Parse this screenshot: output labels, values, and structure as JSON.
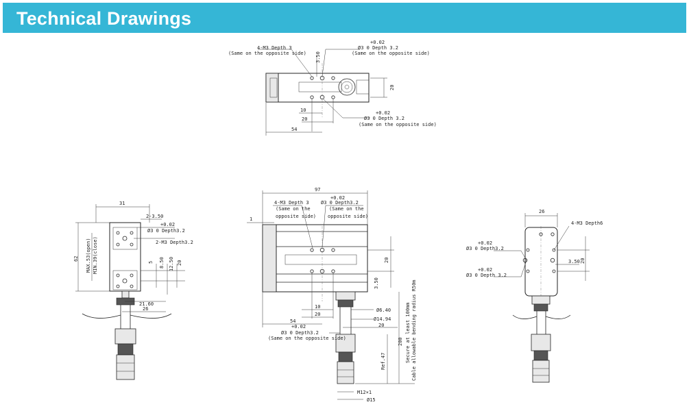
{
  "header": {
    "title": "Technical Drawings"
  },
  "top_view": {
    "m3_note": "4-M3 Depth 3",
    "opposite_a": "(Same on the opposite side)",
    "tol_a": "+0.02",
    "pin_a": "Ø3  0    Depth 3.2",
    "opposite_b": "(Same on the opposite side)",
    "dim_350": "3.50",
    "dim_20v": "20",
    "dim_10": "10",
    "dim_20h": "20",
    "dim_54": "54",
    "tol_b": "+0.02",
    "pin_b": "Ø3  0    Depth 3.2",
    "opposite_c": "(Same on the opposite side)"
  },
  "left_view": {
    "dim_31": "31",
    "dim_2_350": "2-3.50",
    "tol": "+0.02",
    "pin": "Ø3  0    Depth3.2",
    "m3_note": "2-M3 Depth3.2",
    "dim_62": "62",
    "max_open": "MAX.53(open)",
    "min_close": "MIN.39(close)",
    "dim_5": "5",
    "dim_850": "8.50",
    "dim_1250": "12.50",
    "dim_20": "20",
    "dim_2160": "21.60",
    "dim_26": "26"
  },
  "front_view": {
    "dim_97": "97",
    "dim_1": "1",
    "m3_note": "4-M3 Depth 3",
    "opposite_a": "(Same on the",
    "opposite_a2": "opposite side)",
    "tol_a": "+0.02",
    "pin_a": "Ø3  0    Depth3.2",
    "opposite_b": "(Same on the",
    "opposite_b2": "opposite side)",
    "dim_20v": "20",
    "dim_350": "3.50",
    "dim_10": "10",
    "dim_20h": "20",
    "dim_54": "54",
    "dim_640": "Ø6.40",
    "dim_1494": "Ø14.94",
    "dim_20b": "20",
    "tol_b": "+0.02",
    "pin_b": "Ø3  0    Depth3.2",
    "opposite_c": "(Same on the opposite side)",
    "dim_200": "200",
    "secure": "Secure at least 100mm",
    "bend": "Cable allowable bending radius R50m",
    "ref47": "Ref.47",
    "m12": "M12×1",
    "d15": "Ø15"
  },
  "right_view": {
    "dim_26": "26",
    "m3_note": "4-M3 Depth6",
    "tol_a": "+0.02",
    "pin_a": "Ø3  0    Depth3.2",
    "tol_b": "+0.02",
    "pin_b": "Ø3  0    Depth 3.2",
    "dim_20": "20",
    "dim_350": "3.50"
  }
}
